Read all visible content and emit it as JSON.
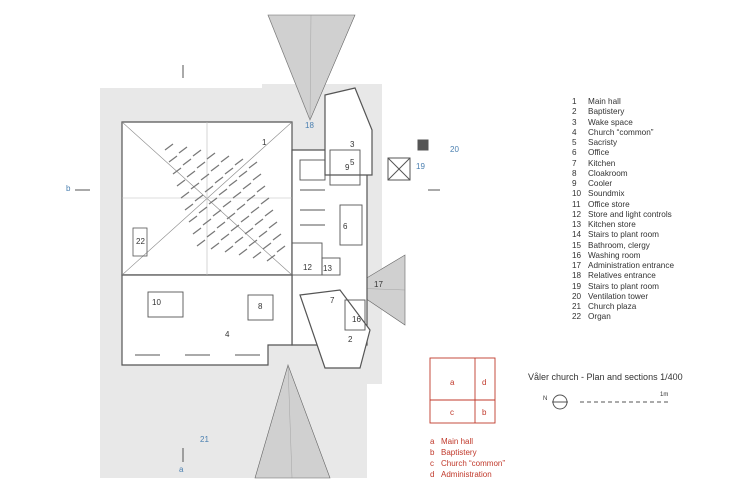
{
  "legend": [
    {
      "num": "1",
      "label": "Main hall"
    },
    {
      "num": "2",
      "label": "Baptistery"
    },
    {
      "num": "3",
      "label": "Wake space"
    },
    {
      "num": "4",
      "label": "Church “common”"
    },
    {
      "num": "5",
      "label": "Sacristy"
    },
    {
      "num": "6",
      "label": "Office"
    },
    {
      "num": "7",
      "label": "Kitchen"
    },
    {
      "num": "8",
      "label": "Cloakroom"
    },
    {
      "num": "9",
      "label": "Cooler"
    },
    {
      "num": "10",
      "label": "Soundmix"
    },
    {
      "num": "11",
      "label": "Office store"
    },
    {
      "num": "12",
      "label": "Store and light controls"
    },
    {
      "num": "13",
      "label": "Kitchen store"
    },
    {
      "num": "14",
      "label": "Stairs to plant room"
    },
    {
      "num": "15",
      "label": "Bathroom, clergy"
    },
    {
      "num": "16",
      "label": "Washing room"
    },
    {
      "num": "17",
      "label": "Administration entrance"
    },
    {
      "num": "18",
      "label": "Relatives entrance"
    },
    {
      "num": "19",
      "label": "Stairs to plant room"
    },
    {
      "num": "20",
      "label": "Ventilation tower"
    },
    {
      "num": "21",
      "label": "Church plaza"
    },
    {
      "num": "22",
      "label": "Organ"
    }
  ],
  "title": "Våler church - Plan and sections 1/400",
  "scale_label": "1m",
  "north_label": "N",
  "section_marks": {
    "b": "b",
    "a": "a"
  },
  "zone_diagram": {
    "a": "a",
    "b": "b",
    "c": "c",
    "d": "d"
  },
  "zone_key": [
    {
      "letter": "a",
      "label": "Main hall"
    },
    {
      "letter": "b",
      "label": "Baptistery"
    },
    {
      "letter": "c",
      "label": "Church “common”"
    },
    {
      "letter": "d",
      "label": "Administration"
    }
  ],
  "plan_numbers": {
    "n1": "1",
    "n2": "2",
    "n3": "3",
    "n4": "4",
    "n5": "5",
    "n6": "6",
    "n7": "7",
    "n8": "8",
    "n9": "9",
    "n10": "10",
    "n12": "12",
    "n13": "13",
    "n16": "16",
    "n17": "17",
    "n18": "18",
    "n19": "19",
    "n20": "20",
    "n21": "21",
    "n22": "22"
  },
  "colors": {
    "line": "#555555",
    "ground": "#e6e6e6",
    "blue": "#4a7fb0",
    "red": "#c0392b"
  }
}
